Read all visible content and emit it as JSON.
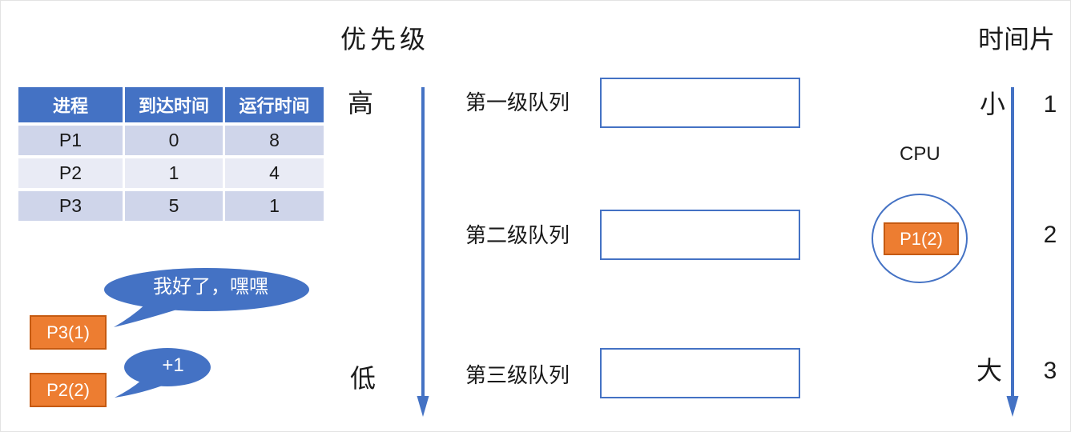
{
  "labels": {
    "priority_title": "优先级",
    "timeslice_title": "时间片",
    "priority_high": "高",
    "priority_low": "低",
    "timeslice_small": "小",
    "timeslice_large": "大"
  },
  "process_table": {
    "headers": [
      "进程",
      "到达时间",
      "运行时间"
    ],
    "rows": [
      [
        "P1",
        "0",
        "8"
      ],
      [
        "P2",
        "1",
        "4"
      ],
      [
        "P3",
        "5",
        "1"
      ]
    ]
  },
  "queues": [
    {
      "label": "第一级队列",
      "content": ""
    },
    {
      "label": "第二级队列",
      "content": ""
    },
    {
      "label": "第三级队列",
      "content": ""
    }
  ],
  "timeslice_values": [
    "1",
    "2",
    "3"
  ],
  "cpu": {
    "label": "CPU",
    "running_process": "P1(2)"
  },
  "waiting_processes": [
    {
      "label": "P3(1)",
      "bubble": "我好了，嘿嘿"
    },
    {
      "label": "P2(2)",
      "bubble": "+1"
    }
  ],
  "colors": {
    "accent_blue": "#4472C4",
    "process_orange": "#ED7D31",
    "process_orange_border": "#C55A11",
    "table_header_bg": "#4472C4",
    "table_row_odd": "#CFD5EA",
    "table_row_even": "#E9EBF5",
    "table_header_text": "#FFFFFF"
  }
}
